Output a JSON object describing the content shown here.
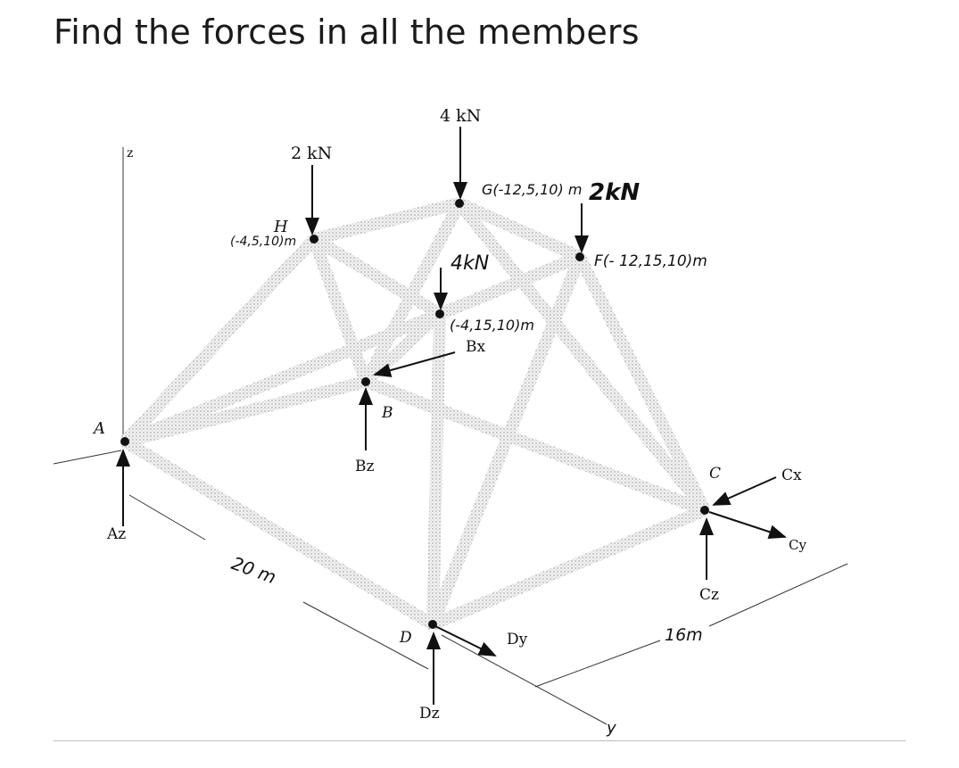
{
  "question": {
    "title": "Find the forces in all the members"
  },
  "diagram": {
    "axis_z": "z",
    "loads": {
      "load_h": "2 kN",
      "load_g": "4 kN",
      "load_f": "2kN",
      "load_e": "4kN"
    },
    "coords": {
      "h_letter": "H",
      "h_coord": "(-4,5,10)m",
      "g_coord": "G(-12,5,10) m",
      "f_coord": "F(- 12,15,10)m",
      "e_coord": "(-4,15,10)m"
    },
    "supports": {
      "a": "A",
      "az": "Az",
      "b": "B",
      "bz": "Bz",
      "bx": "Bx",
      "c": "C",
      "cx": "Cx",
      "cy": "Cy",
      "cz": "Cz",
      "d": "D",
      "dy": "Dy",
      "dz": "Dz"
    },
    "dimensions": {
      "dim_20": "20 m",
      "dim_16": "16m",
      "axis_y": "y"
    }
  }
}
